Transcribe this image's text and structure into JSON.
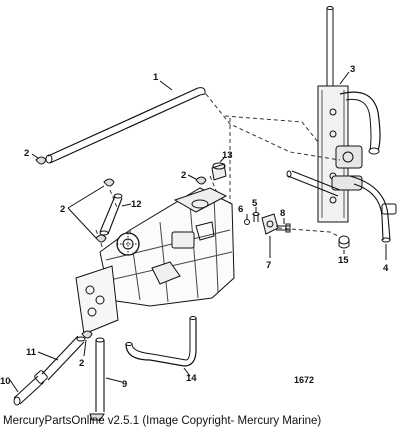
{
  "callouts": {
    "c1": "1",
    "c2a": "2",
    "c2b": "2",
    "c2c": "2",
    "c2d": "2",
    "c3": "3",
    "c4": "4",
    "c5": "5",
    "c6": "6",
    "c7": "7",
    "c8": "8",
    "c9": "9",
    "c10": "10",
    "c11": "11",
    "c12": "12",
    "c13": "13",
    "c14": "14",
    "c15": "15"
  },
  "figure_number": "1672",
  "caption": "MercuryPartsOnline v2.5.1 (Image Copyright- Mercury Marine)"
}
